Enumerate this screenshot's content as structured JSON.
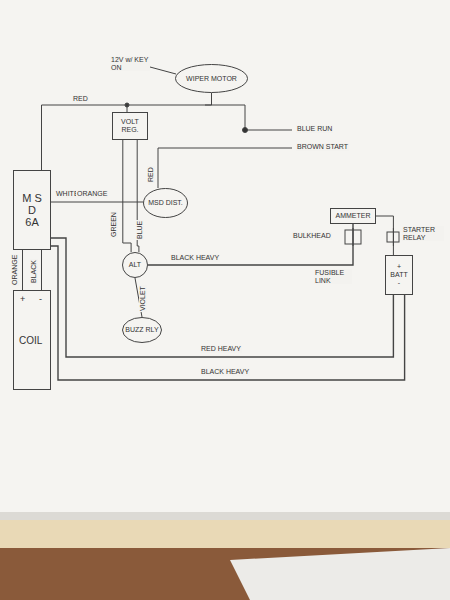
{
  "diagram": {
    "nodes": [
      {
        "text": [
          "WIPER MOTOR"
        ]
      },
      {
        "text": [
          "VOLT REG."
        ]
      },
      {
        "text": [
          "M S D 6A"
        ]
      },
      {
        "text": [
          "MSD DIST."
        ]
      },
      {
        "text": [
          "AMMETER"
        ]
      },
      {
        "text": [
          "ALT"
        ]
      },
      {
        "text": [
          "+",
          "BATT",
          "-"
        ]
      },
      {
        "text": [
          "+",
          "-",
          "COIL"
        ]
      },
      {
        "text": [
          "BUZZ RLY"
        ]
      }
    ],
    "edges": [
      {
        "from": 2,
        "to": 0,
        "arrow": "none"
      },
      {
        "from": 1,
        "to": 5,
        "arrow": "none"
      },
      {
        "from": 1,
        "to": 5,
        "arrow": "none"
      },
      {
        "from": 2,
        "to": 3,
        "arrow": "none"
      },
      {
        "from": 5,
        "to": 4,
        "arrow": "none"
      },
      {
        "from": 4,
        "to": 6,
        "arrow": "none"
      },
      {
        "from": 2,
        "to": 6,
        "arrow": "none"
      },
      {
        "from": 2,
        "to": 6,
        "arrow": "none"
      },
      {
        "from": 2,
        "to": 7,
        "arrow": "none"
      },
      {
        "from": 2,
        "to": 7,
        "arrow": "none"
      },
      {
        "from": 5,
        "to": 8,
        "arrow": "none"
      }
    ],
    "labels": [
      "12V w/ KEY ON",
      "RED",
      "BLUE RUN",
      "BROWN START",
      "RED",
      "WHITE",
      "ORANGE",
      "GREEN",
      "BLUE",
      "BULKHEAD",
      "STARTER RELAY",
      "BLACK HEAVY",
      "FUSIBLE LINK",
      "VIOLET",
      "ORANGE",
      "BLACK",
      "RED HEAVY",
      "BLACK HEAVY"
    ]
  }
}
